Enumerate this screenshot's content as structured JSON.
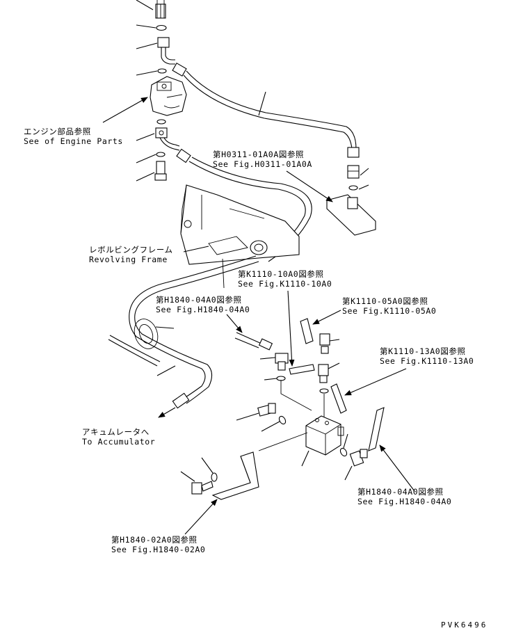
{
  "callouts": {
    "engine_parts": {
      "ja": "エンジン部品参照",
      "en": "See of Engine Parts"
    },
    "h0311": {
      "ja": "第H0311-01A0A図参照",
      "en": "See Fig.H0311-01A0A"
    },
    "revolving_frame": {
      "ja": "レボルビングフレーム",
      "en": "Revolving Frame"
    },
    "k1110_10": {
      "ja": "第K1110-10A0図参照",
      "en": "See Fig.K1110-10A0"
    },
    "h1840_04_upper": {
      "ja": "第H1840-04A0図参照",
      "en": "See Fig.H1840-04A0"
    },
    "k1110_05": {
      "ja": "第K1110-05A0図参照",
      "en": "See Fig.K1110-05A0"
    },
    "k1110_13": {
      "ja": "第K1110-13A0図参照",
      "en": "See Fig.K1110-13A0"
    },
    "accumulator": {
      "ja": "アキュムレータへ",
      "en": "To Accumulator"
    },
    "h1840_04_lower": {
      "ja": "第H1840-04A0図参照",
      "en": "See Fig.H1840-04A0"
    },
    "h1840_02": {
      "ja": "第H1840-02A0図参照",
      "en": "See Fig.H1840-02A0"
    }
  },
  "drawing_code": "PVK6496"
}
